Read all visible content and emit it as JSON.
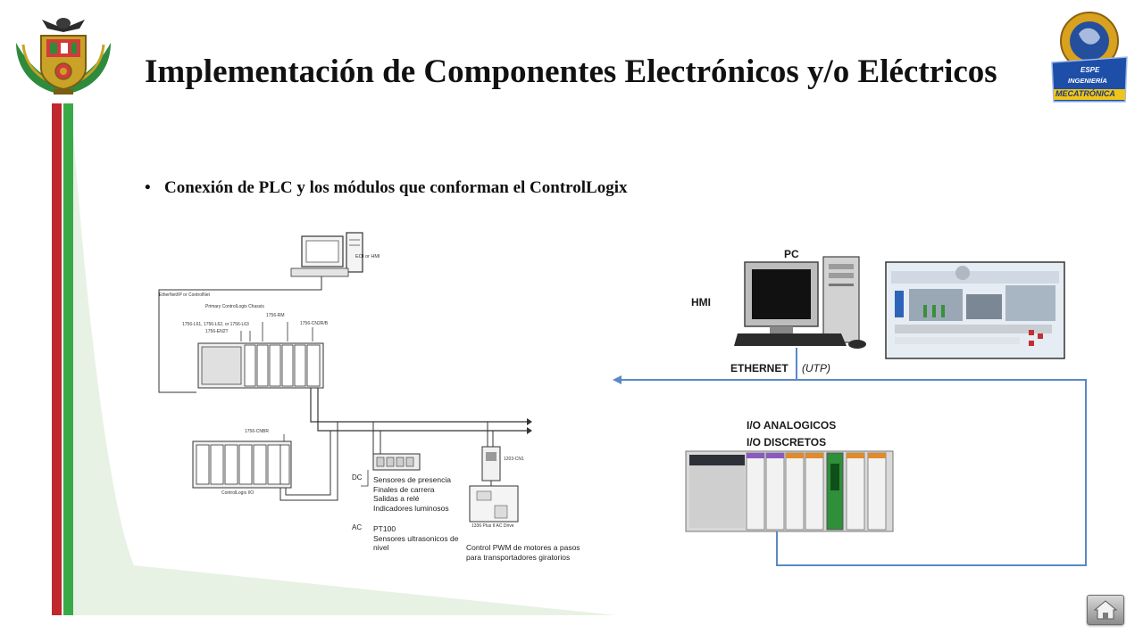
{
  "slide": {
    "title": "Implementación de Componentes Electrónicos y/o Eléctricos",
    "bullet": "Conexión de PLC y los módulos que conforman el ControlLogix"
  },
  "colors": {
    "stripe_red": "#c0282e",
    "stripe_green": "#3aaa49",
    "bg_green": "#e6f1e2"
  },
  "left_diagram": {
    "eoi": "EOI or HMI",
    "network": "EtherNet/IP or ControlNet",
    "chassis": "Primary ControlLogix Chassis",
    "mod_cn": "1756-L61, 1756-L62, or 1756-L63",
    "mod_rm": "1756-RM",
    "mod_en2t": "1756-EN2T",
    "mod_cn2rr": "1756-CN2R/B",
    "remote_mod": "1756-CNBR",
    "controllogix_io": "ControlLogix I/O",
    "cn1": "1203-CN1",
    "dc": "DC",
    "ac": "AC",
    "sensors": [
      "Sensores de presencia",
      "Finales de carrera",
      "Salidas a relé",
      "Indicadores luminosos"
    ],
    "pt100": "PT100",
    "pt100_desc": [
      "Sensores ultrasonicos de",
      "nivel"
    ],
    "drive": "1336 Plus II AC Drive",
    "pwm": [
      "Control PWM de motores a pasos",
      "para transportadores giratorios"
    ]
  },
  "right_diagram": {
    "pc": "PC",
    "hmi": "HMI",
    "ethernet": "ETHERNET",
    "utp": "(UTP)",
    "io_analog": "I/O ANALOGICOS",
    "io_discrete": "I/O DISCRETOS"
  },
  "logo_right": {
    "line1": "ESPE",
    "line2": "INGENIERÍA",
    "line3": "MECATRÓNICA"
  },
  "icons": {
    "home": "home-icon"
  }
}
